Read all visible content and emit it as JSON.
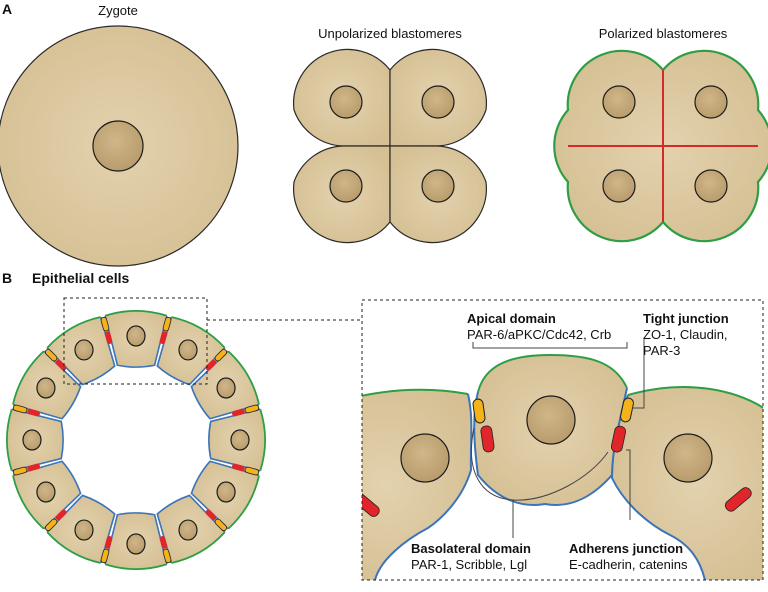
{
  "panel_a": {
    "letter": "A",
    "zygote_label": "Zygote",
    "unpolarized_label": "Unpolarized blastomeres",
    "polarized_label": "Polarized blastomeres"
  },
  "panel_b": {
    "letter": "B",
    "title": "Epithelial cells",
    "apical": {
      "title": "Apical domain",
      "proteins": "PAR-6/aPKC/Cdc42, Crb"
    },
    "tight": {
      "title": "Tight junction",
      "line1": "ZO-1, Claudin,",
      "line2": "PAR-3"
    },
    "basolateral": {
      "title": "Basolateral domain",
      "proteins": "PAR-1, Scribble, Lgl"
    },
    "adherens": {
      "title": "Adherens junction",
      "proteins": "E-cadherin, catenins"
    }
  },
  "colors": {
    "cytoplasm": "#dcc79f",
    "nucleus": "#c4a77a",
    "apical_membrane": "#2e9e44",
    "basolateral_membrane": "#3b74b8",
    "tight_junction": "#f4b21b",
    "adherens_junction": "#e0262b",
    "polarized_boundary": "#d62a28"
  }
}
